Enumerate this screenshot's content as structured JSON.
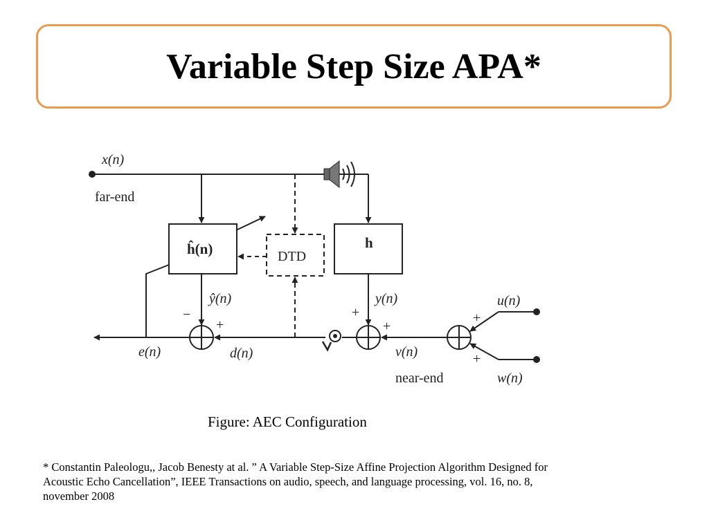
{
  "slide": {
    "title": "Variable Step Size APA*",
    "caption": "Figure: AEC Configuration",
    "reference_lines": [
      "* Constantin Paleologu,, Jacob Benesty at al. ” A Variable Step-Size Affine Projection Algorithm Designed for",
      "Acoustic Echo Cancellation”, IEEE Transactions on audio, speech, and language processing, vol. 16, no. 8,",
      "november 2008"
    ]
  },
  "diagram": {
    "labels": {
      "far_end_signal": "x(n)",
      "far_end": "far-end",
      "adaptive_filter": "ĥ(n)",
      "dtd": "DTD",
      "echo_path": "h",
      "estimated_echo": "ŷ(n)",
      "echo": "y(n)",
      "error": "e(n)",
      "microphone_signal": "d(n)",
      "near_end_signal": "v(n)",
      "near_end": "near-end",
      "near_end_speech": "u(n)",
      "background_noise": "w(n)",
      "minus": "−",
      "plus": "+"
    }
  }
}
